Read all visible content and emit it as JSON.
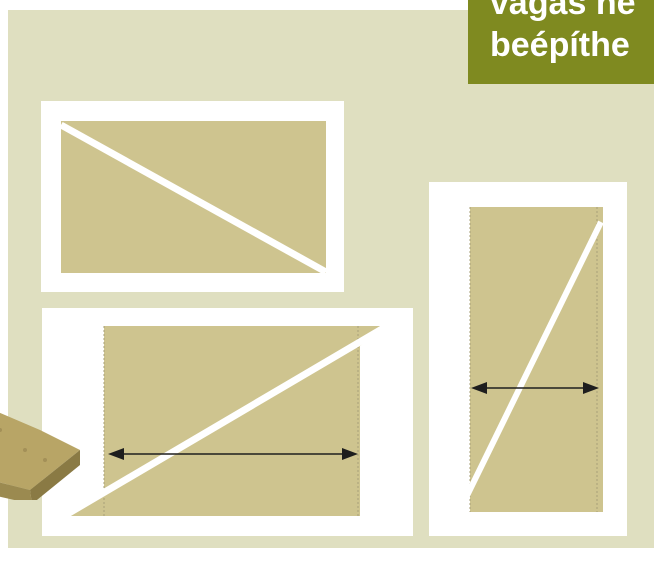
{
  "banner": {
    "line1": "vágás ne",
    "line2": "beépíthe"
  },
  "colors": {
    "background_panel": "#dfdfc0",
    "banner": "#7f8a20",
    "mineral_wool": "#cec48f",
    "cut_line": "#ffffff",
    "arrow": "#1e1e1e"
  },
  "figures": [
    {
      "name": "rectangle-diagonal-cut",
      "description_visible": false
    },
    {
      "name": "wide-board-diagonal-cut-with-width-arrow",
      "description_visible": false
    },
    {
      "name": "tall-board-diagonal-cut-with-width-arrow",
      "description_visible": false
    }
  ]
}
